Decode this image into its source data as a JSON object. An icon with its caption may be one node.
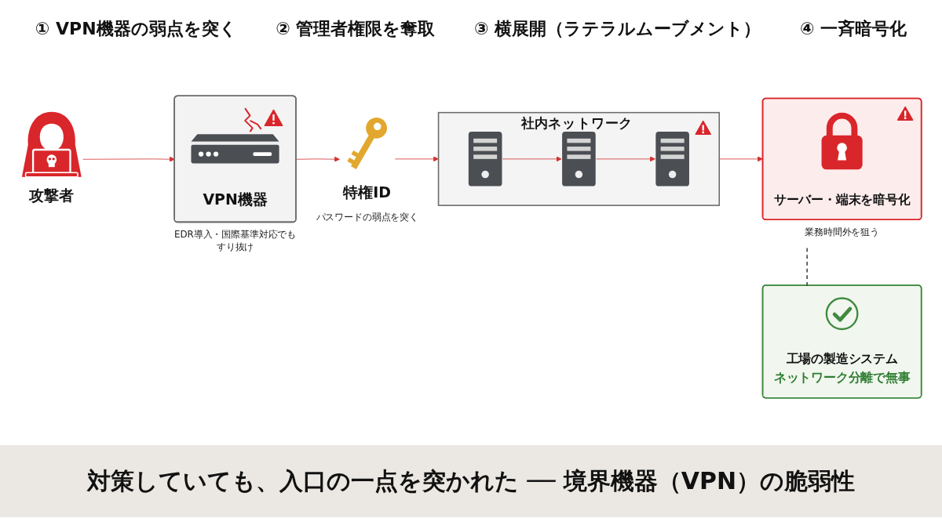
{
  "diagram": {
    "caption": "対策していても、入口の一点を突かれた ── 境界機器（VPN）の脆弱性",
    "nodes": [
      {
        "text": [
          "攻撃者"
        ]
      },
      {
        "text": [
          "VPN機器"
        ],
        "beside": [
          "EDR導入・国際基準対応でもすり抜け"
        ]
      },
      {
        "text": [
          "特権ID"
        ],
        "beside": [
          "パスワードの弱点を突く"
        ]
      },
      {
        "text": [
          "社内ネットワーク"
        ]
      },
      {
        "text": [],
        "shape": "picture",
        "in": 3
      },
      {
        "text": [],
        "shape": "picture",
        "in": 3
      },
      {
        "text": [],
        "shape": "picture",
        "in": 3
      },
      {
        "text": [
          "サーバー・端末を暗号化"
        ],
        "beside": [
          "業務時間外を狙う"
        ]
      },
      {
        "text": [
          "工場の製造システム",
          "ネットワーク分離で無事"
        ]
      }
    ],
    "edges": [
      {
        "from": 0,
        "to": 1,
        "arrow": "to"
      },
      {
        "from": 1,
        "to": 2,
        "arrow": "to"
      },
      {
        "from": 2,
        "to": 3,
        "arrow": "to"
      },
      {
        "from": 4,
        "to": 5,
        "arrow": "to"
      },
      {
        "from": 5,
        "to": 6,
        "arrow": "to"
      },
      {
        "from": 3,
        "to": 7,
        "arrow": "to"
      },
      {
        "from": null,
        "to": 8,
        "arrow": "none",
        "style": "dashed",
        "color": "#444444"
      }
    ],
    "labels": [
      "① VPN機器の弱点を突く",
      "② 管理者権限を奪取",
      "③ 横展開（ラテラルムーブメント）",
      "④ 一斉暗号化"
    ]
  }
}
